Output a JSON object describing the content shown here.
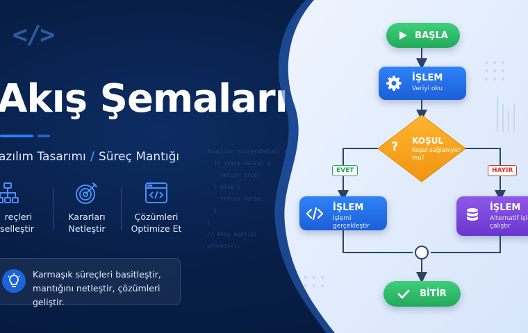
{
  "hero": {
    "title": "Akış Şemaları",
    "subtitle_left": "azılım Tasarımı",
    "subtitle_sep": "/",
    "subtitle_right": "Süreç Mantığı",
    "code_icon": "code-brackets-icon"
  },
  "features": [
    {
      "icon": "hierarchy-icon",
      "line1": "reçleri",
      "line2": "rselleştir"
    },
    {
      "icon": "target-icon",
      "line1": "Kararları",
      "line2": "Netleştir"
    },
    {
      "icon": "code-window-icon",
      "line1": "Çözümleri",
      "line2": "Optimize Et"
    }
  ],
  "tip": {
    "icon": "lightbulb-icon",
    "line1": "Karmaşık süreçleri basitleştir,",
    "line2": "mantığını netleştir, çözümleri geliştir."
  },
  "code_background": [
    "function processData() {",
    "  if (data.valid) {",
    "    return true;",
    "  } else {",
    "    return false;",
    "  }",
    "}",
    "// Akış mantığı",
    "process();"
  ],
  "flowchart": {
    "start": {
      "label": "BAŞLA",
      "icon": "play-icon"
    },
    "process1": {
      "title": "İŞLEM",
      "sub": "Veriyi oku",
      "icon": "gear-icon"
    },
    "decision": {
      "title": "KOŞUL",
      "sub1": "Koşul sağlanıyor",
      "sub2": "mu?",
      "icon": "question-icon"
    },
    "yes_label": "EVET",
    "no_label": "HAYIR",
    "process_yes": {
      "title": "İŞLEM",
      "sub": "İşlemi gerçekleştir",
      "icon": "code-icon"
    },
    "process_no": {
      "title": "İŞLEM",
      "sub1": "Alternatif işlem",
      "sub2": "çalıştır",
      "icon": "database-icon"
    },
    "end": {
      "label": "BİTİR",
      "icon": "check-icon"
    },
    "colors": {
      "green": "#27b463",
      "blue": "#2470e8",
      "orange": "#f6a21c",
      "purple": "#7a44d9",
      "line": "#2c4467"
    }
  }
}
